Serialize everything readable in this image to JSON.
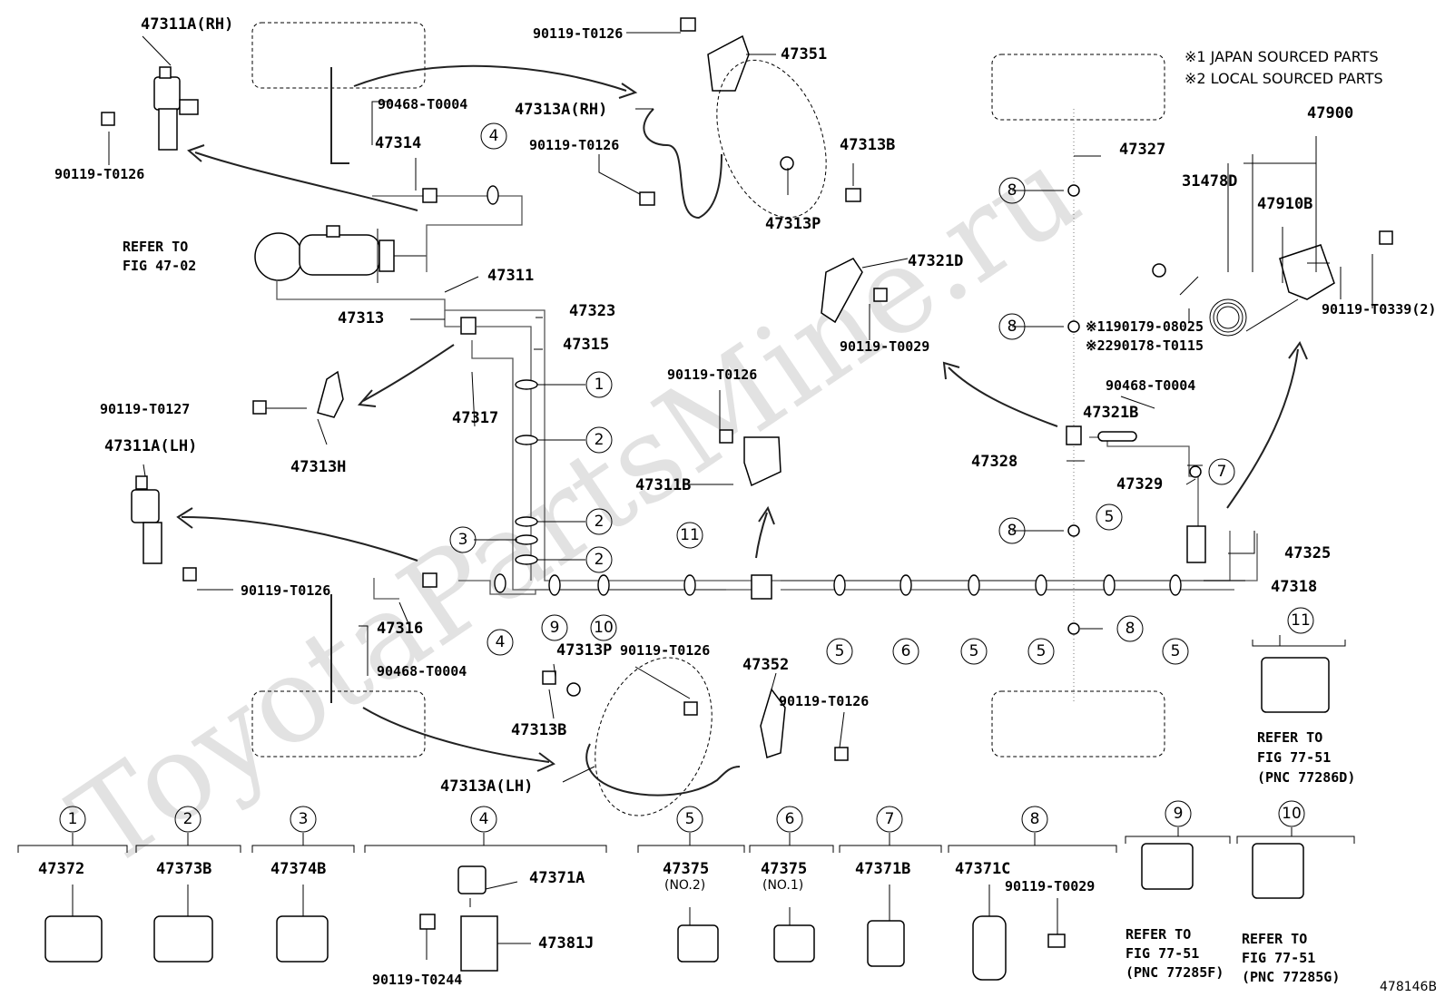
{
  "legend": {
    "note1": "※1 JAPAN SOURCED PARTS",
    "note2": "※2 LOCAL SOURCED PARTS"
  },
  "watermark": "ToyotaPartsMine.ru",
  "figure_id": "478146B",
  "labels": {
    "p47311A_RH": "47311A(RH)",
    "p47311A_LH": "47311A(LH)",
    "p90119_T0126_a": "90119-T0126",
    "p90119_T0126_b": "90119-T0126",
    "p90119_T0126_c": "90119-T0126",
    "p90119_T0126_d": "90119-T0126",
    "p90119_T0126_e": "90119-T0126",
    "p90119_T0126_f": "90119-T0126",
    "p90119_T0126_g": "90119-T0126",
    "p47351": "47351",
    "p47313A_RH": "47313A(RH)",
    "p47313A_LH": "47313A(LH)",
    "p90468_T0004_a": "90468-T0004",
    "p90468_T0004_b": "90468-T0004",
    "p90468_T0004_c": "90468-T0004",
    "p47314": "47314",
    "p47313B_a": "47313B",
    "p47313B_b": "47313B",
    "p47313P_a": "47313P",
    "p47313P_b": "47313P",
    "refer_fig_4702_a": "REFER TO",
    "refer_fig_4702_b": "FIG 47-02",
    "p47311": "47311",
    "p47313": "47313",
    "p47323": "47323",
    "p47315": "47315",
    "p90119_T0127": "90119-T0127",
    "p47317": "47317",
    "p47313H": "47313H",
    "p47316": "47316",
    "p47352": "47352",
    "p47327": "47327",
    "p47900": "47900",
    "p31478D": "31478D",
    "p47910B": "47910B",
    "p47321D": "47321D",
    "p90119_T0029_a": "90119-T0029",
    "p90119_T0029_b": "90119-T0029",
    "p90119_T0339": "90119-T0339(2)",
    "p190179": "※1190179-08025",
    "p290178": "※2290178-T0115",
    "p47321B": "47321B",
    "p47328": "47328",
    "p47329": "47329",
    "p47311B": "47311B",
    "p47325": "47325",
    "p47318": "47318",
    "refer_11_a": "REFER TO",
    "refer_11_b": "FIG 77-51",
    "refer_11_c": "(PNC 77286D)",
    "refer_9_a": "REFER TO",
    "refer_9_b": "FIG 77-51",
    "refer_9_c": "(PNC 77285F)",
    "refer_10_a": "REFER TO",
    "refer_10_b": "FIG 77-51",
    "refer_10_c": "(PNC 77285G)",
    "p90119_T0244": "90119-T0244"
  },
  "callouts": {
    "c1": "1",
    "c2": "2",
    "c3": "3",
    "c4": "4",
    "c5": "5",
    "c6": "6",
    "c7": "7",
    "c8": "8",
    "c9": "9",
    "c10": "10",
    "c11": "11"
  },
  "bottom_parts": {
    "b1": "47372",
    "b2": "47373B",
    "b3": "47374B",
    "b4a": "47371A",
    "b4b": "47381J",
    "b5": "47375",
    "b5_sub": "(NO.2)",
    "b6": "47375",
    "b6_sub": "(NO.1)",
    "b7": "47371B",
    "b8": "47371C",
    "b8_bolt": "90119-T0029"
  }
}
